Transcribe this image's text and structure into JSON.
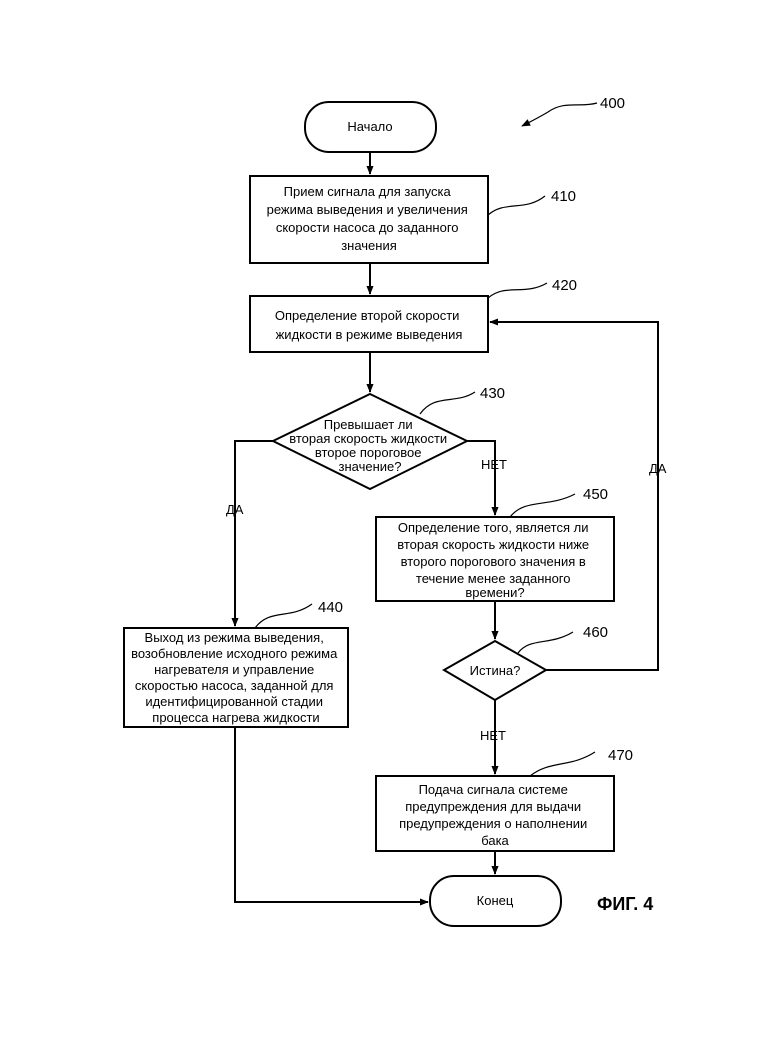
{
  "diagram": {
    "ref_number": "400",
    "figure_label": "ФИГ. 4",
    "nodes": {
      "start": {
        "lines": [
          "Начало"
        ]
      },
      "n410": {
        "ref": "410",
        "lines": [
          "Прием сигнала для запуска",
          "режима выведения и увеличения",
          "скорости насоса до заданного",
          "значения"
        ]
      },
      "n420": {
        "ref": "420",
        "lines": [
          "Определение второй скорости",
          "жидкости в режиме выведения"
        ]
      },
      "n430": {
        "ref": "430",
        "lines": [
          "Превышает ли",
          "вторая скорость жидкости",
          "второе пороговое",
          "значение?"
        ]
      },
      "n440": {
        "ref": "440",
        "lines": [
          "Выход из режима выведения,",
          "возобновление исходного режима",
          "нагревателя и управление",
          "скоростью насоса, заданной для",
          "идентифицированной стадии",
          "процесса нагрева жидкости"
        ]
      },
      "n450": {
        "ref": "450",
        "lines": [
          "Определение того, является ли",
          "вторая скорость жидкости ниже",
          "второго порогового значения в",
          "течение менее заданного",
          "времени?"
        ]
      },
      "n460": {
        "ref": "460",
        "lines": [
          "Истина?"
        ]
      },
      "n470": {
        "ref": "470",
        "lines": [
          "Подача сигнала системе",
          "предупреждения для выдачи",
          "предупреждения о наполнении",
          "бака"
        ]
      },
      "end": {
        "lines": [
          "Конец"
        ]
      }
    },
    "edge_labels": {
      "n430_yes": "ДА",
      "n430_no": "НЕТ",
      "n460_yes": "ДА",
      "n460_no": "НЕТ"
    }
  }
}
